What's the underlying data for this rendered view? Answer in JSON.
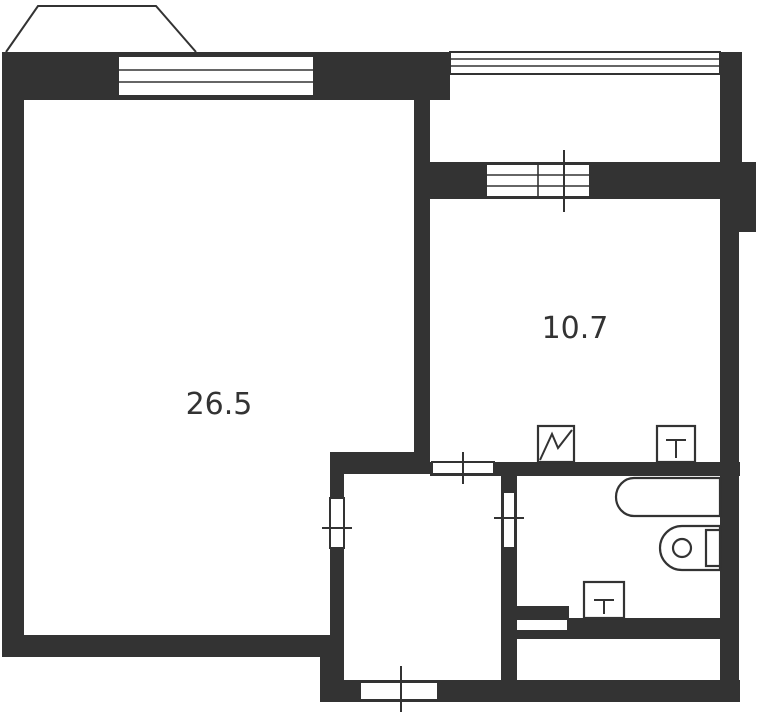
{
  "plan": {
    "rooms": [
      {
        "id": "living-room",
        "area": "26.5"
      },
      {
        "id": "kitchen",
        "area": "10.7"
      }
    ],
    "colors": {
      "wall": "#333333",
      "background": "#ffffff"
    },
    "fixtures": [
      "radiator-icon",
      "boiler-icon",
      "bathtub-icon",
      "toilet-icon",
      "water-heater-icon"
    ]
  }
}
